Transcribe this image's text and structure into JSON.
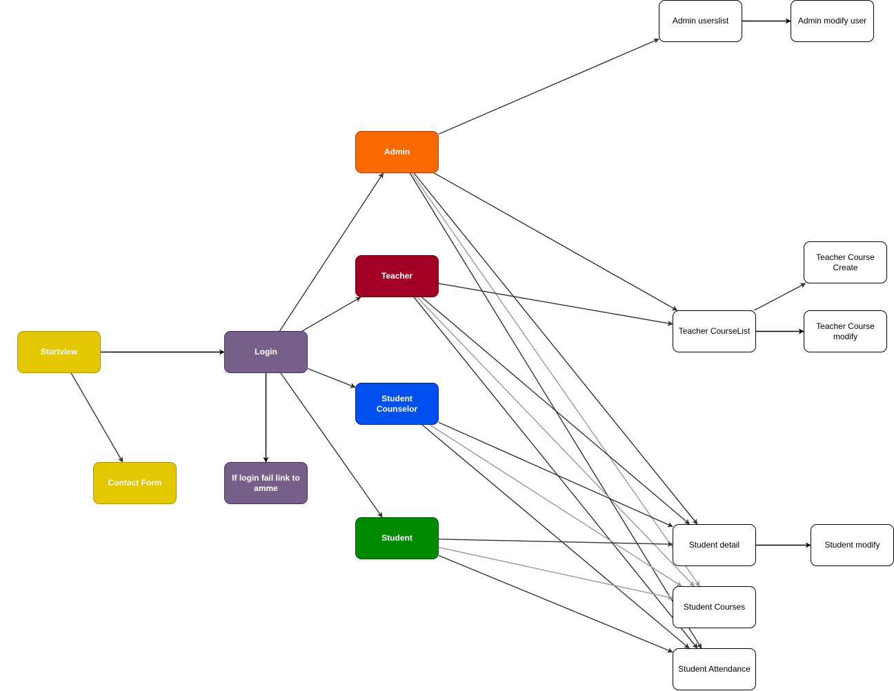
{
  "nodes": {
    "startview": {
      "label": "Startview",
      "fill": "#e3c800",
      "stroke": "#b09500",
      "text": "#ffffff"
    },
    "login": {
      "label": "Login",
      "fill": "#76608a",
      "stroke": "#432d57",
      "text": "#ffffff"
    },
    "contact_form": {
      "label": "Contact Form",
      "fill": "#e3c800",
      "stroke": "#b09500",
      "text": "#ffffff"
    },
    "login_fail": {
      "label": "If login fail link to amme",
      "fill": "#76608a",
      "stroke": "#432d57",
      "text": "#ffffff"
    },
    "admin": {
      "label": "Admin",
      "fill": "#fa6800",
      "stroke": "#c73500",
      "text": "#ffffff"
    },
    "teacher": {
      "label": "Teacher",
      "fill": "#a20025",
      "stroke": "#6f0000",
      "text": "#ffffff"
    },
    "student_counselor": {
      "label": "Student Counselor",
      "fill": "#0050ef",
      "stroke": "#001dbc",
      "text": "#ffffff"
    },
    "student": {
      "label": "Student",
      "fill": "#008a00",
      "stroke": "#005700",
      "text": "#ffffff"
    },
    "admin_userslist": {
      "label": "Admin userslist"
    },
    "admin_modify_user": {
      "label": "Admin modify user"
    },
    "teacher_courselist": {
      "label": "Teacher CourseList"
    },
    "teacher_course_create": {
      "label": "Teacher Course Create"
    },
    "teacher_course_modify": {
      "label": "Teacher Course modify"
    },
    "student_detail": {
      "label": "Student detail"
    },
    "student_modify": {
      "label": "Student modify"
    },
    "student_courses": {
      "label": "Student Courses"
    },
    "student_attendance": {
      "label": "Student Attendance"
    }
  },
  "edges": [
    {
      "from": "startview",
      "to": "login",
      "color": "#000000"
    },
    {
      "from": "startview",
      "to": "contact_form",
      "color": "#333333"
    },
    {
      "from": "login",
      "to": "login_fail",
      "color": "#000000"
    },
    {
      "from": "login",
      "to": "admin",
      "color": "#333333"
    },
    {
      "from": "login",
      "to": "teacher",
      "color": "#333333"
    },
    {
      "from": "login",
      "to": "student_counselor",
      "color": "#333333"
    },
    {
      "from": "login",
      "to": "student",
      "color": "#333333"
    },
    {
      "from": "admin",
      "to": "admin_userslist",
      "color": "#333333"
    },
    {
      "from": "admin_userslist",
      "to": "admin_modify_user",
      "color": "#000000"
    },
    {
      "from": "admin",
      "to": "teacher_courselist",
      "color": "#333333"
    },
    {
      "from": "admin",
      "to": "student_detail",
      "color": "#333333"
    },
    {
      "from": "admin",
      "to": "student_courses",
      "color": "#999999"
    },
    {
      "from": "admin",
      "to": "student_attendance",
      "color": "#333333"
    },
    {
      "from": "teacher",
      "to": "teacher_courselist",
      "color": "#333333"
    },
    {
      "from": "teacher",
      "to": "student_detail",
      "color": "#333333"
    },
    {
      "from": "teacher",
      "to": "student_courses",
      "color": "#999999"
    },
    {
      "from": "teacher",
      "to": "student_attendance",
      "color": "#333333"
    },
    {
      "from": "teacher_courselist",
      "to": "teacher_course_create",
      "color": "#333333"
    },
    {
      "from": "teacher_courselist",
      "to": "teacher_course_modify",
      "color": "#000000"
    },
    {
      "from": "student_counselor",
      "to": "student_detail",
      "color": "#333333"
    },
    {
      "from": "student_counselor",
      "to": "student_courses",
      "color": "#999999"
    },
    {
      "from": "student_counselor",
      "to": "student_attendance",
      "color": "#333333"
    },
    {
      "from": "student",
      "to": "student_detail",
      "color": "#333333"
    },
    {
      "from": "student",
      "to": "student_courses",
      "color": "#999999"
    },
    {
      "from": "student",
      "to": "student_attendance",
      "color": "#333333"
    },
    {
      "from": "student_detail",
      "to": "student_modify",
      "color": "#000000"
    }
  ]
}
